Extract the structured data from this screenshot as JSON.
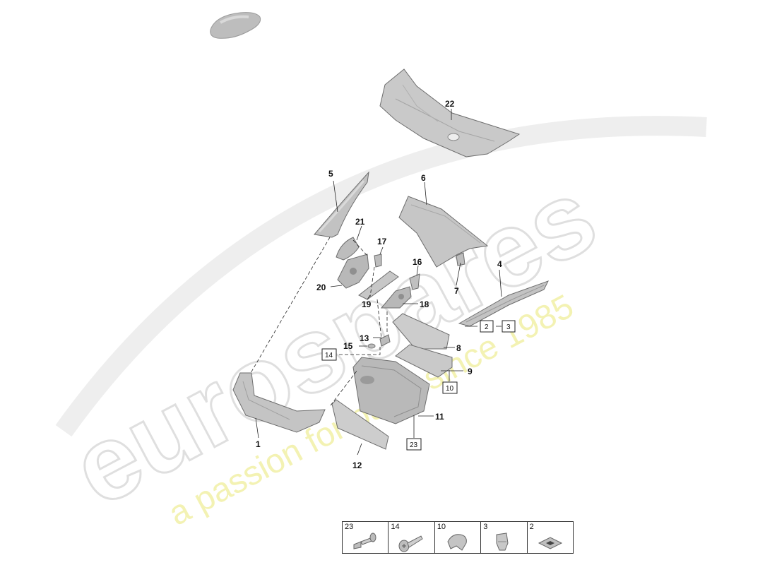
{
  "watermark": {
    "brand": "eurospares",
    "tagline": "a passion for parts since 1985"
  },
  "callouts": {
    "c1": "1",
    "c4": "4",
    "c5": "5",
    "c6": "6",
    "c7": "7",
    "c8": "8",
    "c9": "9",
    "c11": "11",
    "c12": "12",
    "c13": "13",
    "c15": "15",
    "c16": "16",
    "c17": "17",
    "c18": "18",
    "c19": "19",
    "c20": "20",
    "c21": "21",
    "c22": "22"
  },
  "boxed_refs": {
    "b2": "2",
    "b3": "3",
    "b14": "14",
    "b10": "10",
    "b23": "23"
  },
  "legend": [
    {
      "num": "23",
      "icon": "push-rivet-icon"
    },
    {
      "num": "14",
      "icon": "screw-icon"
    },
    {
      "num": "10",
      "icon": "clip-icon"
    },
    {
      "num": "3",
      "icon": "spring-nut-icon"
    },
    {
      "num": "2",
      "icon": "square-clip-icon"
    }
  ],
  "colors": {
    "part_fill": "#c9c9c9",
    "part_dark": "#9c9c9c",
    "watermark_grey": "#dcdcdc",
    "watermark_yellow": "#f0ee9a"
  }
}
